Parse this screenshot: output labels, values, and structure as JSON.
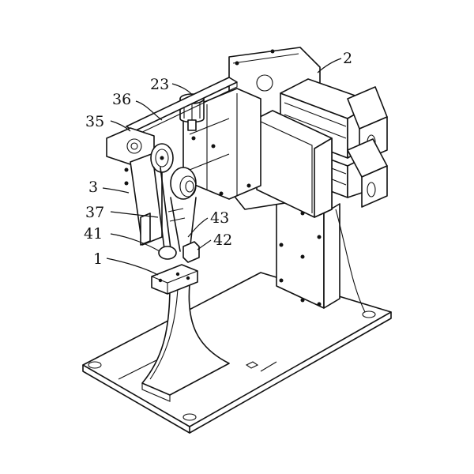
{
  "figure": {
    "callouts": [
      {
        "id": "c23",
        "text": "23"
      },
      {
        "id": "c36",
        "text": "36"
      },
      {
        "id": "c35",
        "text": "35"
      },
      {
        "id": "c2",
        "text": "2"
      },
      {
        "id": "c3",
        "text": "3"
      },
      {
        "id": "c37",
        "text": "37"
      },
      {
        "id": "c43",
        "text": "43"
      },
      {
        "id": "c41",
        "text": "41"
      },
      {
        "id": "c42",
        "text": "42"
      },
      {
        "id": "c1",
        "text": "1"
      }
    ]
  },
  "colors": {
    "ink": "#111111",
    "paper": "#ffffff"
  }
}
